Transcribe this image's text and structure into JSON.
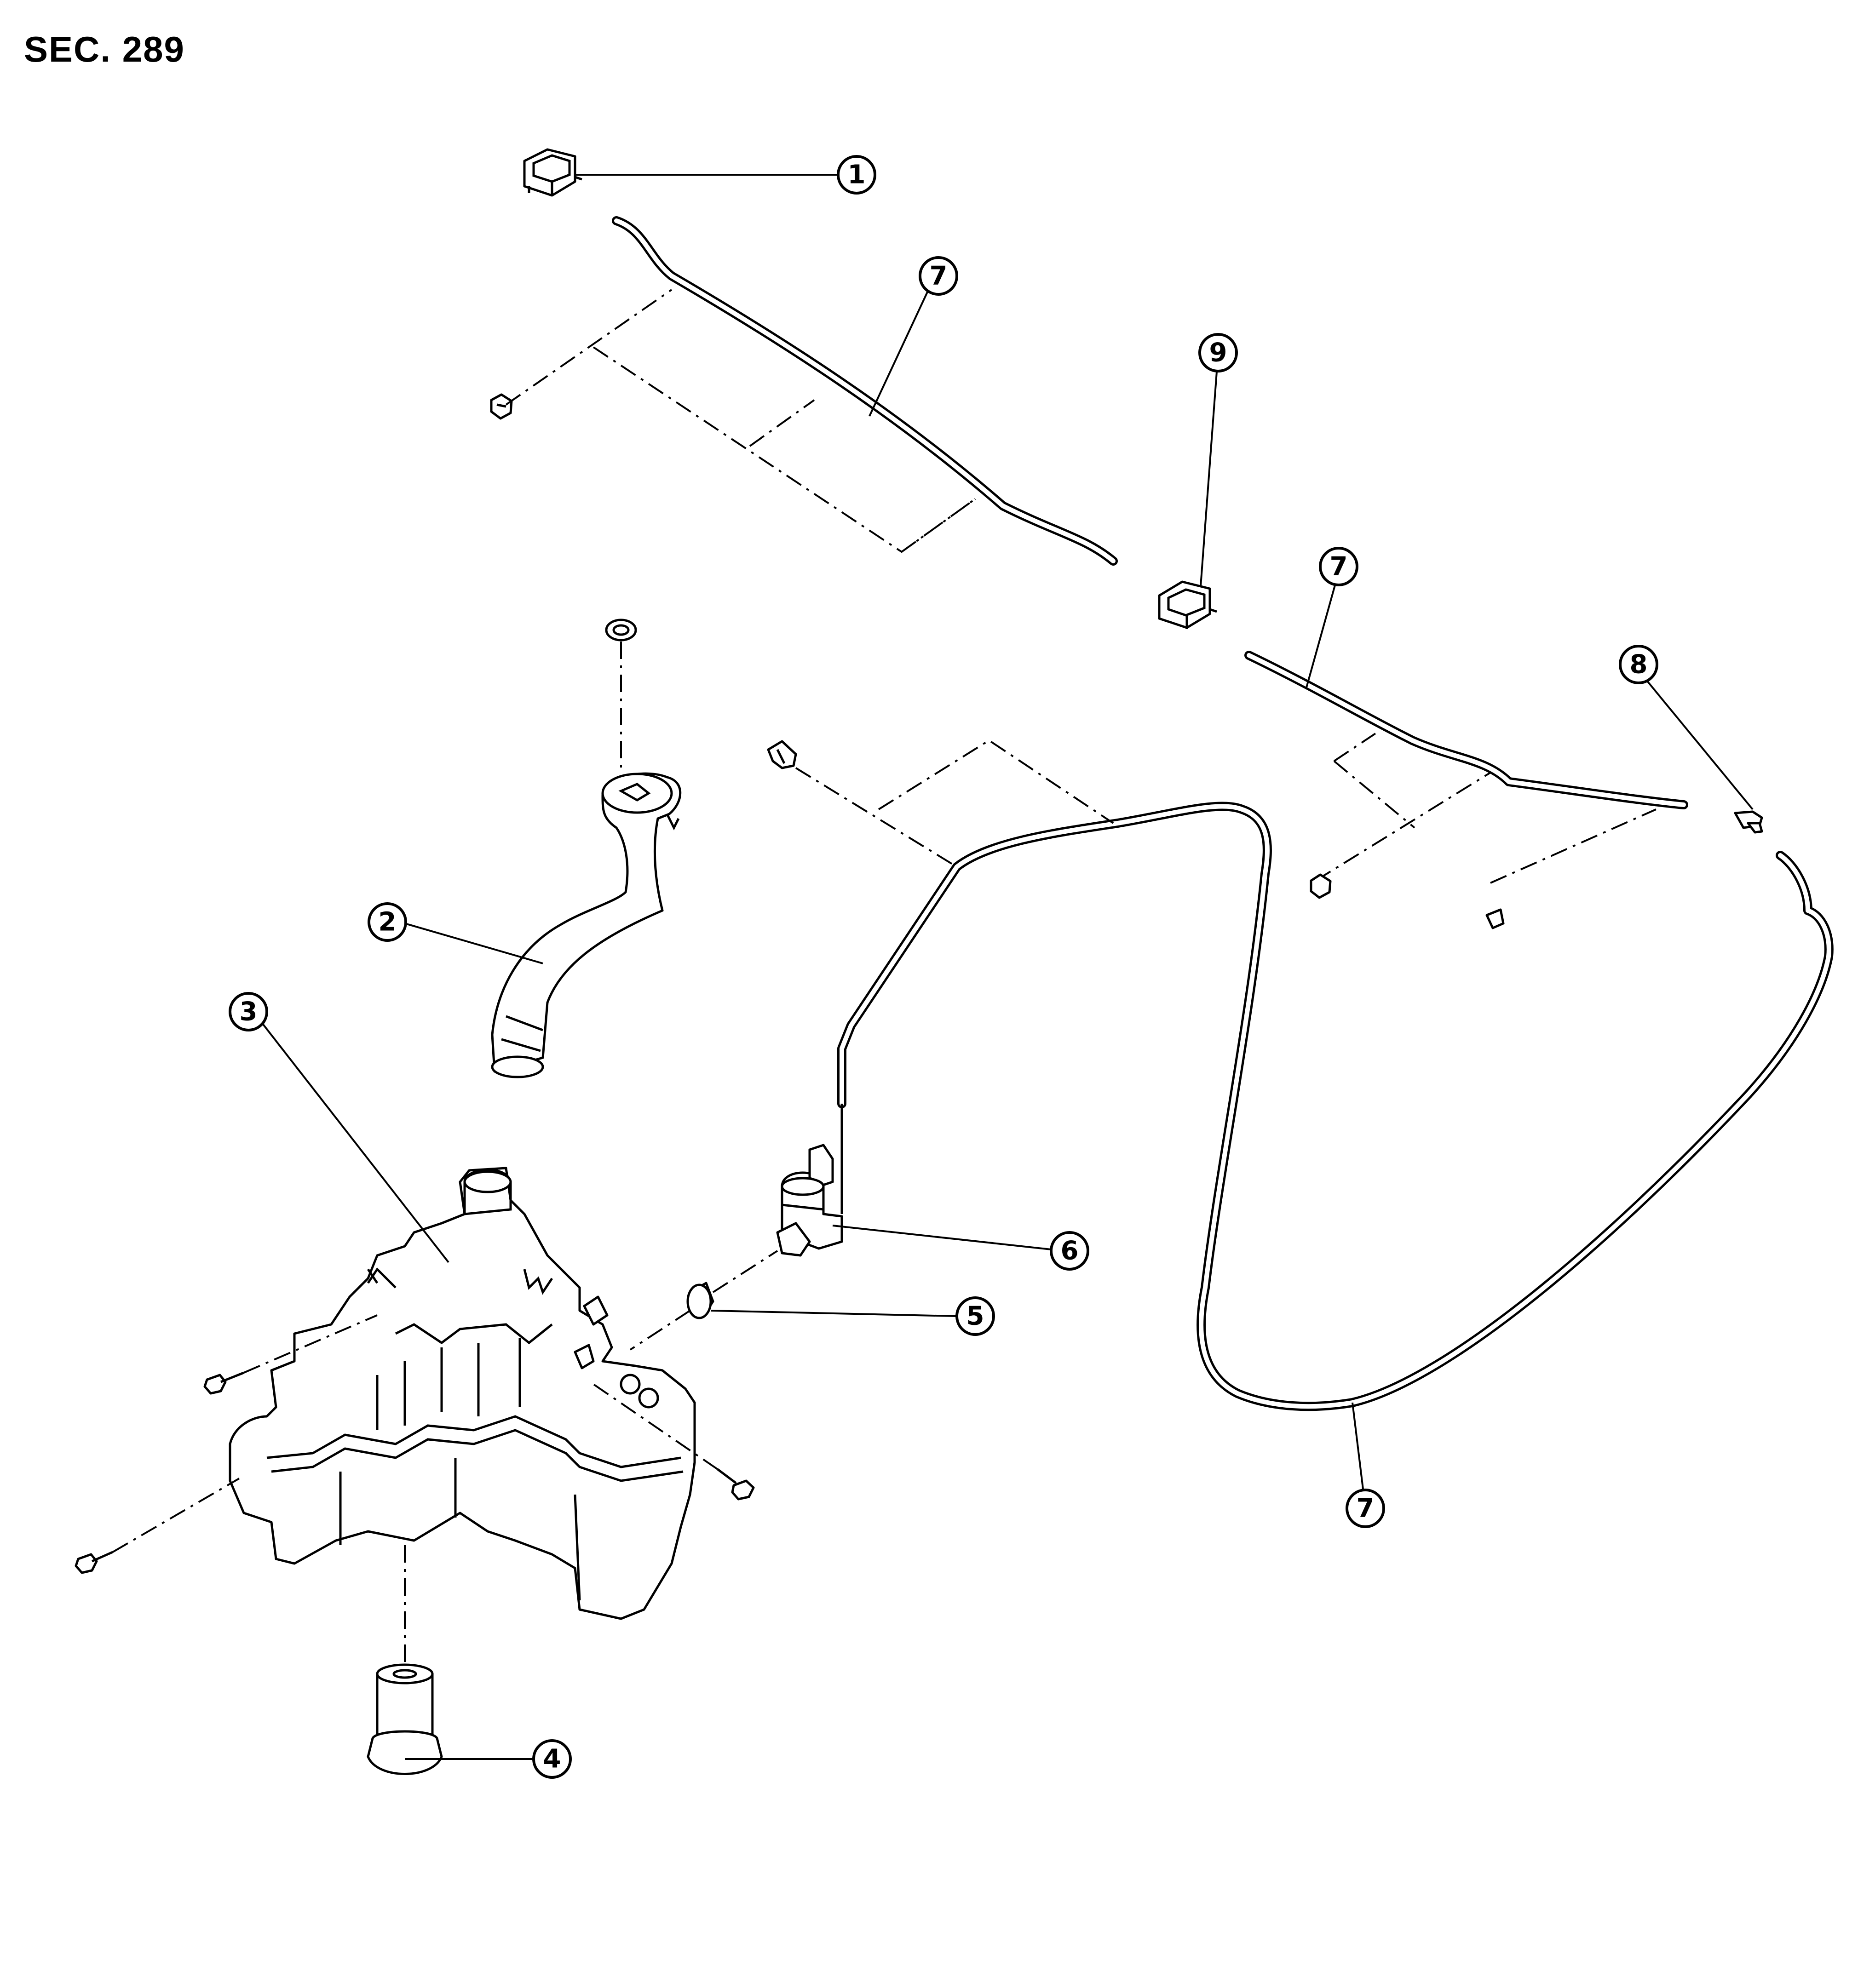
{
  "section_label": "SEC. 289",
  "callouts": [
    {
      "id": "c1",
      "number": "1"
    },
    {
      "id": "c2",
      "number": "2"
    },
    {
      "id": "c3",
      "number": "3"
    },
    {
      "id": "c4",
      "number": "4"
    },
    {
      "id": "c5",
      "number": "5"
    },
    {
      "id": "c6",
      "number": "6"
    },
    {
      "id": "c7a",
      "number": "7"
    },
    {
      "id": "c7b",
      "number": "7"
    },
    {
      "id": "c7c",
      "number": "7"
    },
    {
      "id": "c8",
      "number": "8"
    },
    {
      "id": "c9",
      "number": "9"
    }
  ]
}
